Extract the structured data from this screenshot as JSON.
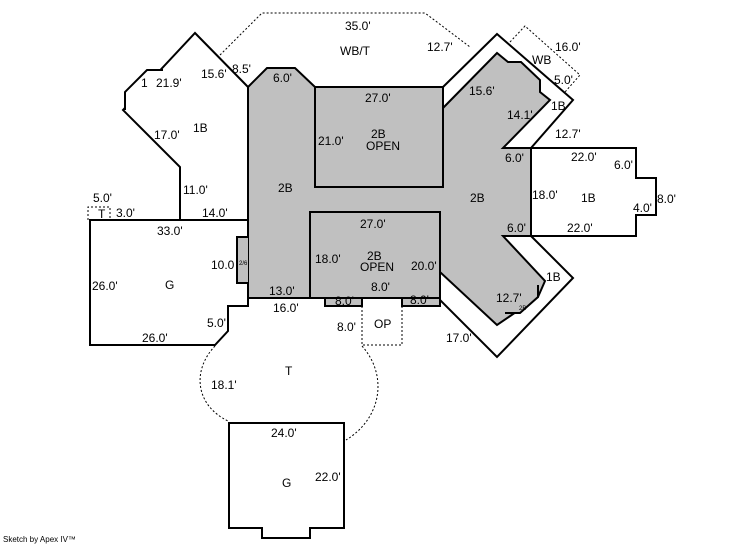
{
  "sketch": {
    "footer": "Sketch by Apex IV™",
    "colors": {
      "second_floor_fill": "#c0c0c0",
      "line": "#000000"
    },
    "areas": {
      "wbt": "WB/T",
      "wb": "WB",
      "b1_left": "1B",
      "b1_bay": "1",
      "b2_main": "2B",
      "b2_top": "2B",
      "open_top": "OPEN",
      "b2_bottom": "2B",
      "open_bottom": "OPEN",
      "b2_right": "2B",
      "b1_right_top": "1B",
      "b1_right": "1B",
      "b1_right_bottom": "1B",
      "g_left": "G",
      "t_small": "T",
      "op": "OP",
      "t_patio": "T",
      "g_bottom": "G",
      "tiny_26": "2/6",
      "tiny_2b": "2B"
    },
    "dimensions": {
      "d350": "35.0'",
      "d127a": "12.7'",
      "d85": "8.5'",
      "d156a": "15.6'",
      "d219": "21.9'",
      "d60a": "6.0'",
      "d270a": "27.0'",
      "d210": "21.0'",
      "d170a": "17.0'",
      "d110": "11.0'",
      "d50a": "5.0'",
      "d30": "3.0'",
      "d140": "14.0'",
      "d330": "33.0'",
      "d160a": "16.0'",
      "d50b": "5.0'",
      "d156b": "15.6'",
      "d141": "14.1'",
      "d127b": "12.7'",
      "d60b": "6.0'",
      "d220a": "22.0'",
      "d60c": "6.0'",
      "d180a": "18.0'",
      "d80a": "8.0'",
      "d40": "4.0'",
      "d60d": "6.0'",
      "d220b": "22.0'",
      "d270b": "27.0'",
      "d180b": "18.0'",
      "d200": "20.0'",
      "d100": "10.0",
      "d260a": "26.0'",
      "d130": "13.0'",
      "d160b": "16.0'",
      "d80b": "8.0'",
      "d80c": "8.0'",
      "d80d": "8.0'",
      "d50c": "5.0'",
      "d80e": "8.0'",
      "d127c": "12.7'",
      "d170b": "17.0'",
      "d260b": "26.0'",
      "d181": "18.1'",
      "d240": "24.0'",
      "d220c": "22.0'"
    }
  }
}
